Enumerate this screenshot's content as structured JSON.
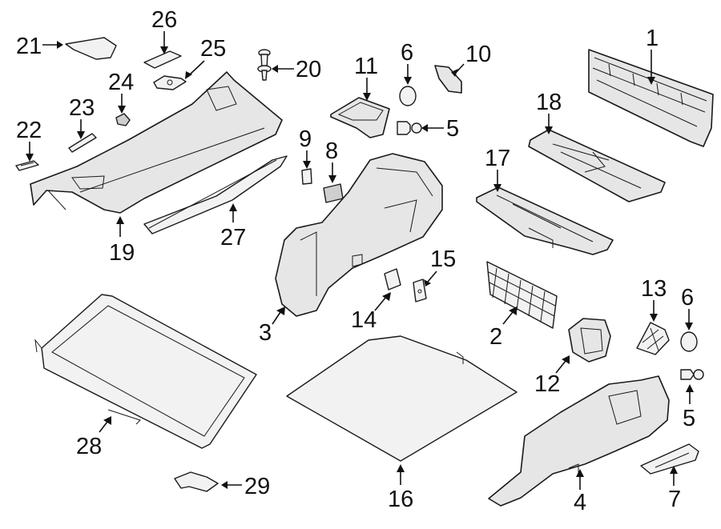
{
  "diagram": {
    "callouts": {
      "c1": "1",
      "c2": "2",
      "c3": "3",
      "c4": "4",
      "c5a": "5",
      "c5b": "5",
      "c6a": "6",
      "c6b": "6",
      "c7": "7",
      "c8": "8",
      "c9": "9",
      "c10": "10",
      "c11": "11",
      "c12": "12",
      "c13": "13",
      "c14": "14",
      "c15": "15",
      "c16": "16",
      "c17": "17",
      "c18": "18",
      "c19": "19",
      "c20": "20",
      "c21": "21",
      "c22": "22",
      "c23": "23",
      "c24": "24",
      "c25": "25",
      "c26": "26",
      "c27": "27",
      "c28": "28",
      "c29": "29"
    }
  }
}
